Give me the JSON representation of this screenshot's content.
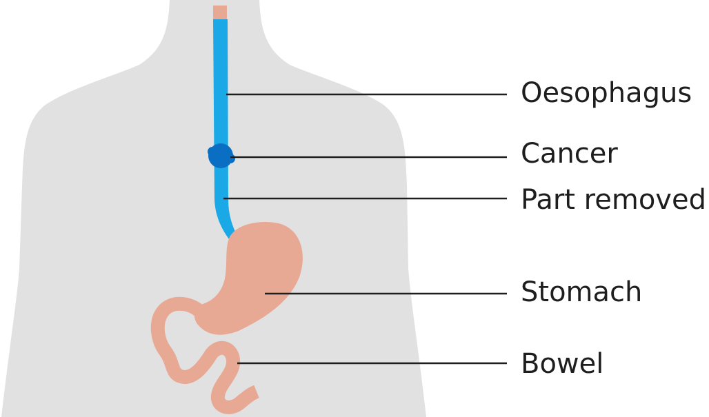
{
  "labels": {
    "oesophagus": "Oesophagus",
    "cancer": "Cancer",
    "part_removed": "Part removed",
    "stomach": "Stomach",
    "bowel": "Bowel"
  },
  "colors": {
    "body_silhouette": "#e1e1e1",
    "oesophagus": "#1aa9e6",
    "oesophagus_top": "#e8a994",
    "cancer": "#0a6fc3",
    "stomach_and_bowel": "#e8a994",
    "leader_line": "#1e1e1e",
    "label_text": "#1e1e1e"
  }
}
